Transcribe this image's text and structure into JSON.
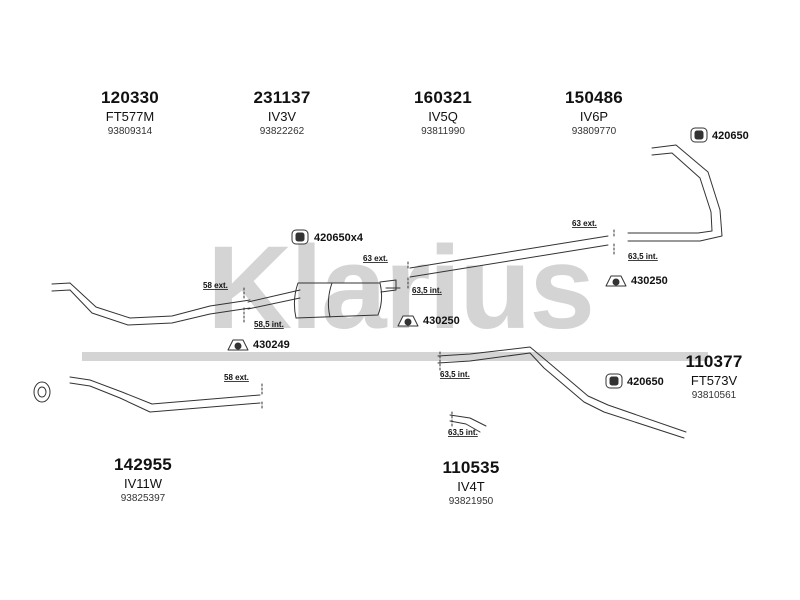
{
  "watermark": "Klarius",
  "colors": {
    "watermark": "#d4d4d4",
    "line": "#333333"
  },
  "parts": [
    {
      "number": "120330",
      "code": "FT577M",
      "oem": "93809314"
    },
    {
      "number": "231137",
      "code": "IV3V",
      "oem": "93822262"
    },
    {
      "number": "160321",
      "code": "IV5Q",
      "oem": "93811990"
    },
    {
      "number": "150486",
      "code": "IV6P",
      "oem": "93809770"
    },
    {
      "number": "110377",
      "code": "FT573V",
      "oem": "93810561"
    },
    {
      "number": "142955",
      "code": "IV11W",
      "oem": "93825397"
    },
    {
      "number": "110535",
      "code": "IV4T",
      "oem": "93821950"
    }
  ],
  "hangers": {
    "h1": "420650",
    "h2": "420650x4",
    "h3": "430250",
    "h4": "430250",
    "h5": "430249",
    "h6": "420650"
  },
  "dims": {
    "d1": "58 ext.",
    "d2": "58,5 int.",
    "d3": "63 ext.",
    "d4": "63,5 int.",
    "d5": "63 ext.",
    "d6": "63,5 int.",
    "d7": "58 ext.",
    "d8": "63,5 int.",
    "d9": "63,5 int."
  }
}
